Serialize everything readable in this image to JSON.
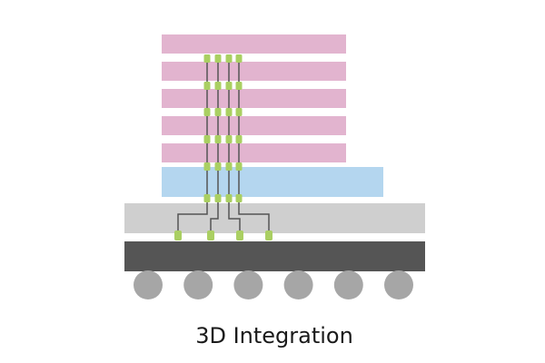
{
  "caption": "3D Integration",
  "colors": {
    "memory_die": "#e2b4cf",
    "logic_die": "#b4d6ef",
    "interposer": "#cfcfcf",
    "substrate": "#555555",
    "solder_ball": "#a6a6a6",
    "tsv_bump": "#aacf62",
    "tsv_wire": "#555555",
    "background": "#ffffff"
  },
  "structure": {
    "memory_die_count": 5,
    "tsv_column_count": 4,
    "interposer_bump_count": 4,
    "solder_ball_count": 6
  }
}
